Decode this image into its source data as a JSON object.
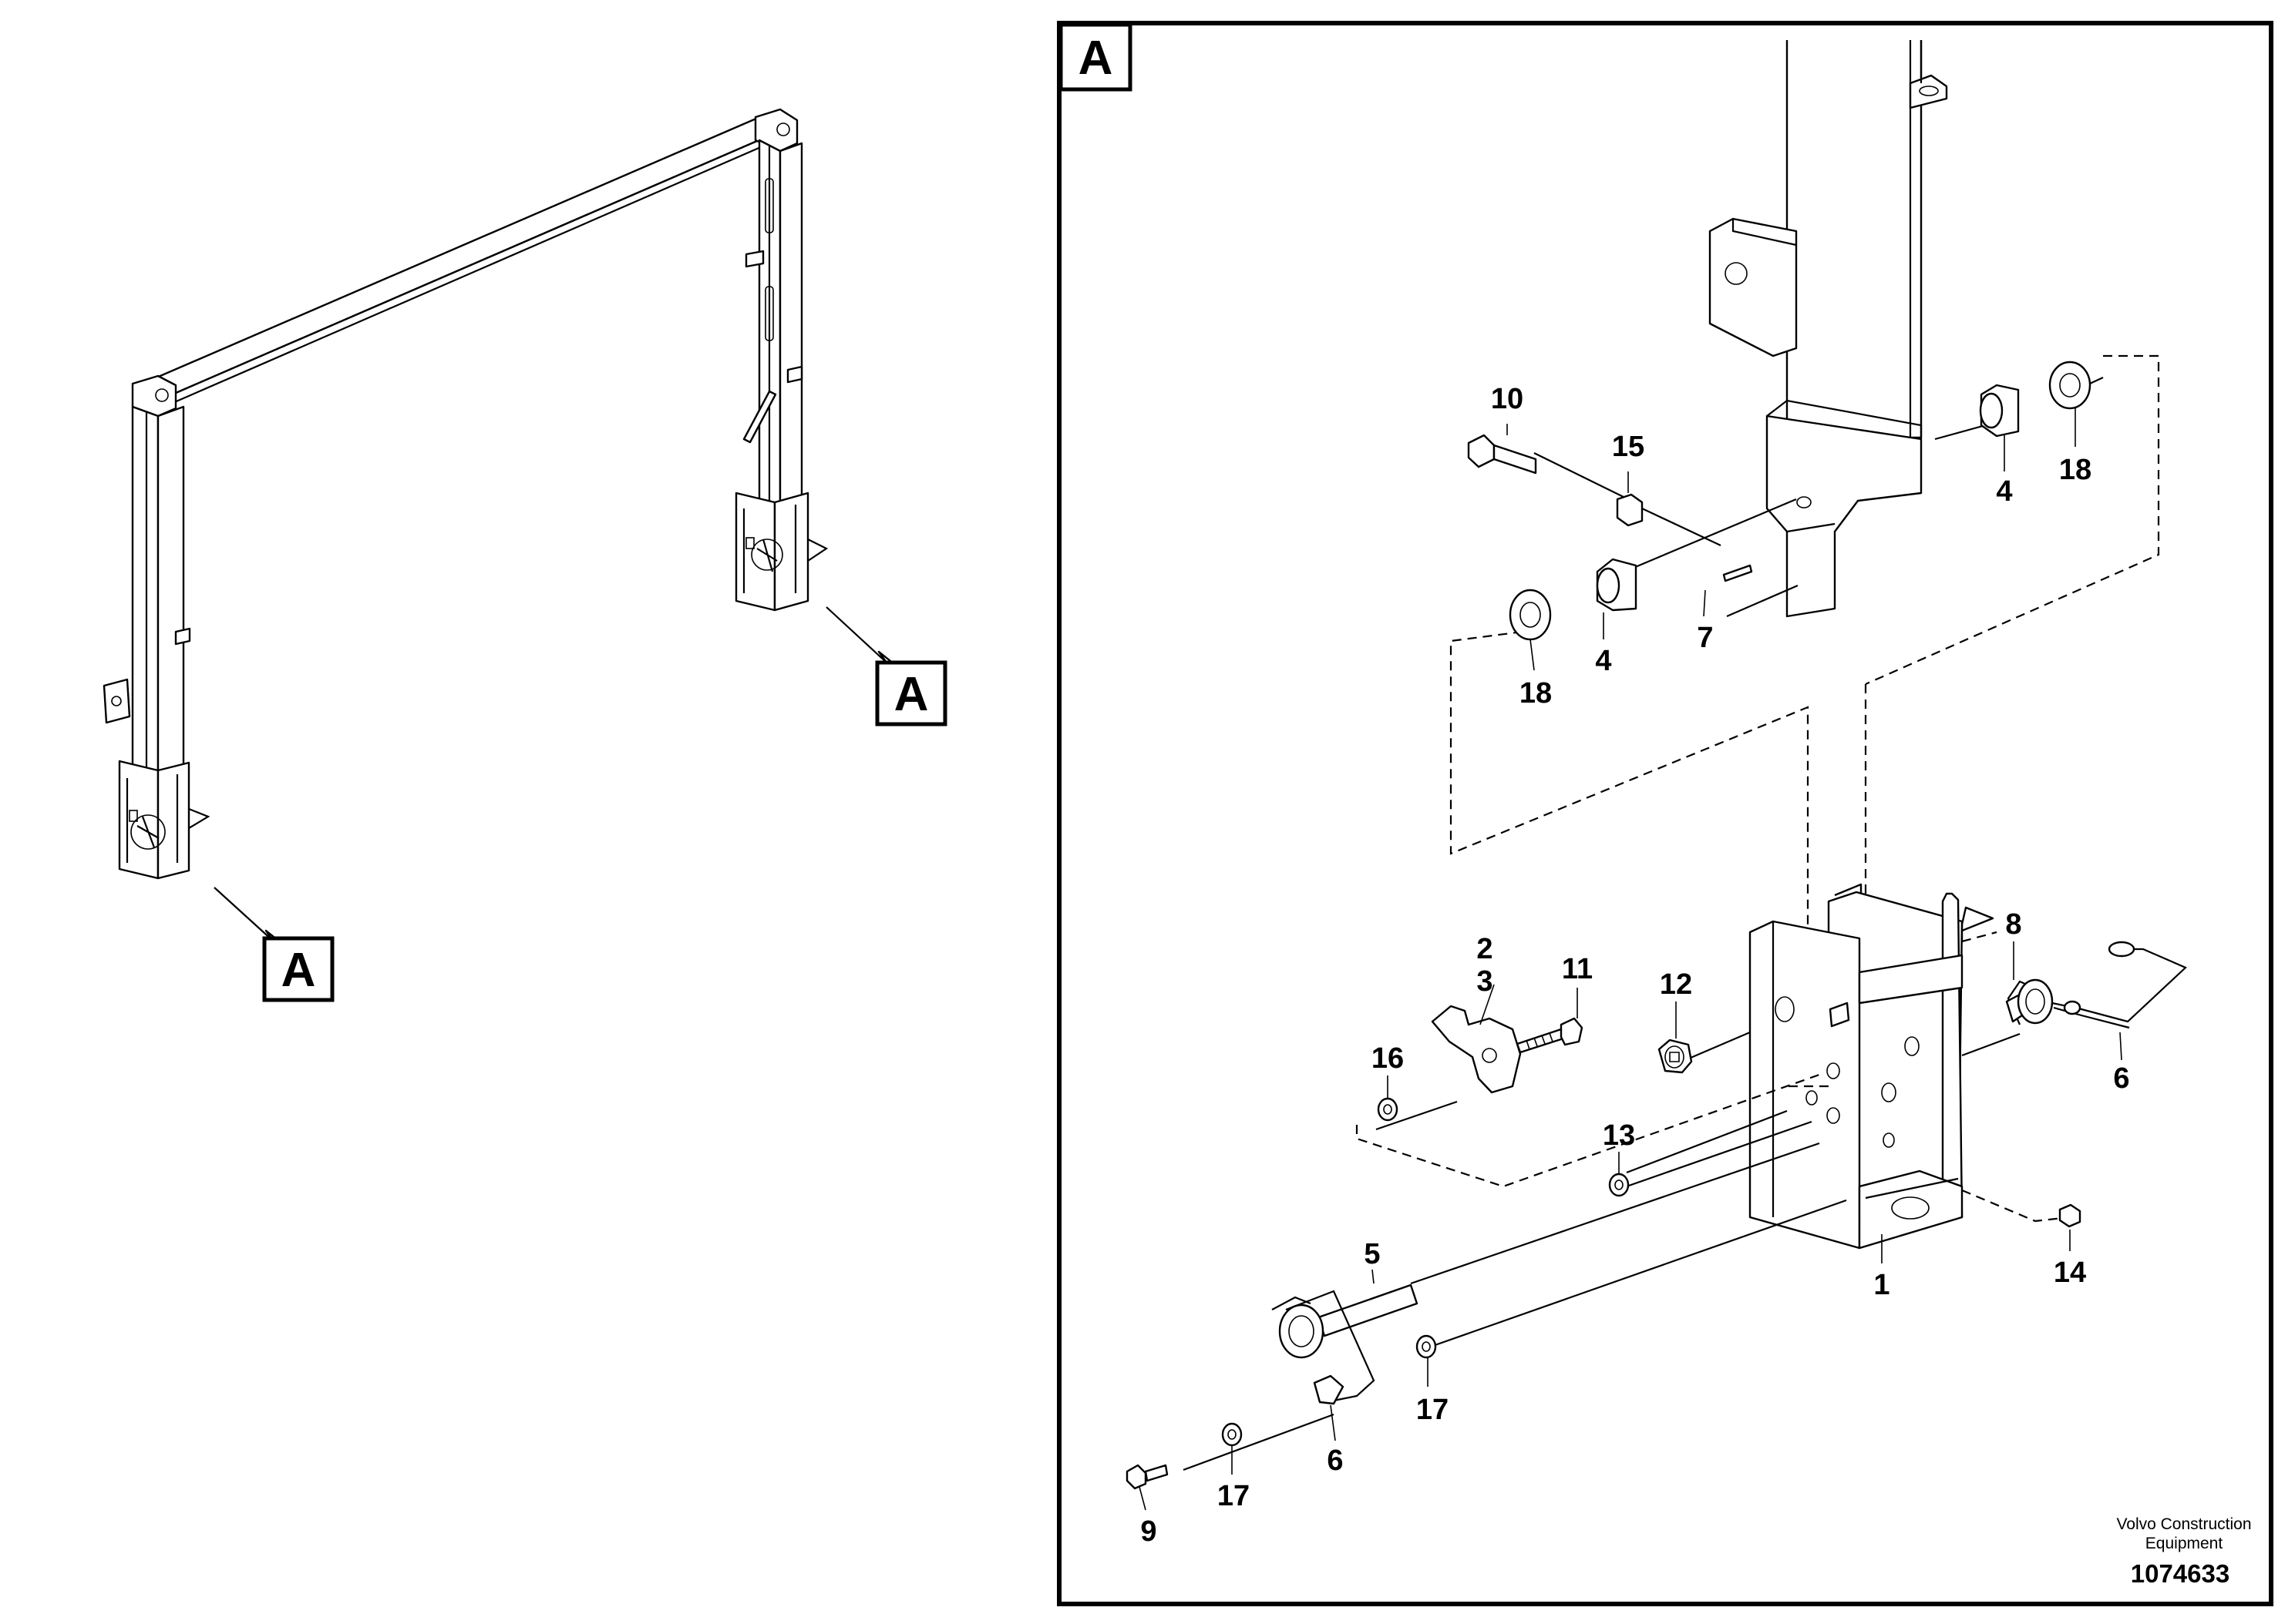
{
  "callouts": {
    "left_upper": "A",
    "left_lower": "A",
    "detail_view": "A"
  },
  "labels": {
    "p1": "1",
    "p2": "2",
    "p3": "3",
    "p4_left": "4",
    "p4_right": "4",
    "p5": "5",
    "p6_right": "6",
    "p6_bottom": "6",
    "p7": "7",
    "p8": "8",
    "p9": "9",
    "p10": "10",
    "p11": "11",
    "p12": "12",
    "p13": "13",
    "p14": "14",
    "p15": "15",
    "p16": "16",
    "p17_mid": "17",
    "p17_bottom": "17",
    "p18_left": "18",
    "p18_right": "18"
  },
  "footer": {
    "brand_line1": "Volvo Construction",
    "brand_line2": "Equipment",
    "doc_number": "1074633"
  }
}
